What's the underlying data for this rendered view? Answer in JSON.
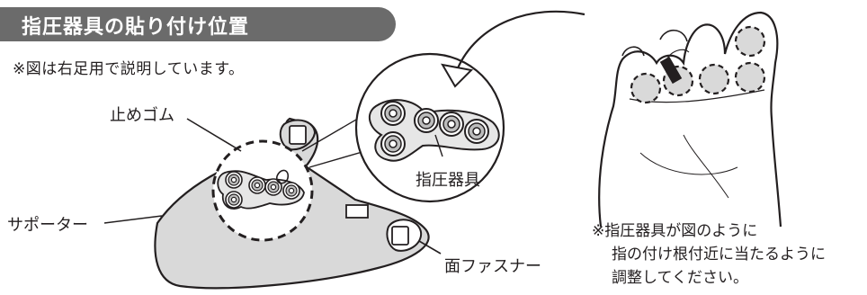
{
  "header": {
    "title": "指圧器具の貼り付け位置"
  },
  "notes": {
    "right_foot": "※図は右足用で説明しています。",
    "bottom_lines": [
      "※指圧器具が図のように",
      "指の付け根付近に当たるように",
      "調整してください。"
    ]
  },
  "labels": {
    "stopper_rubber": "止めゴム",
    "supporter": "サポーター",
    "acupressure_device": "指圧器具",
    "hook_loop_fastener": "面ファスナー"
  },
  "colors": {
    "title_bg": "#6b6b6b",
    "title_text": "#ffffff",
    "fill_gray": "#d9d9d9",
    "line": "#231f20"
  },
  "icons": [
    "curved-arrow-icon",
    "acupressure-device-icon",
    "foot-sole-icon",
    "supporter-pad-icon"
  ]
}
